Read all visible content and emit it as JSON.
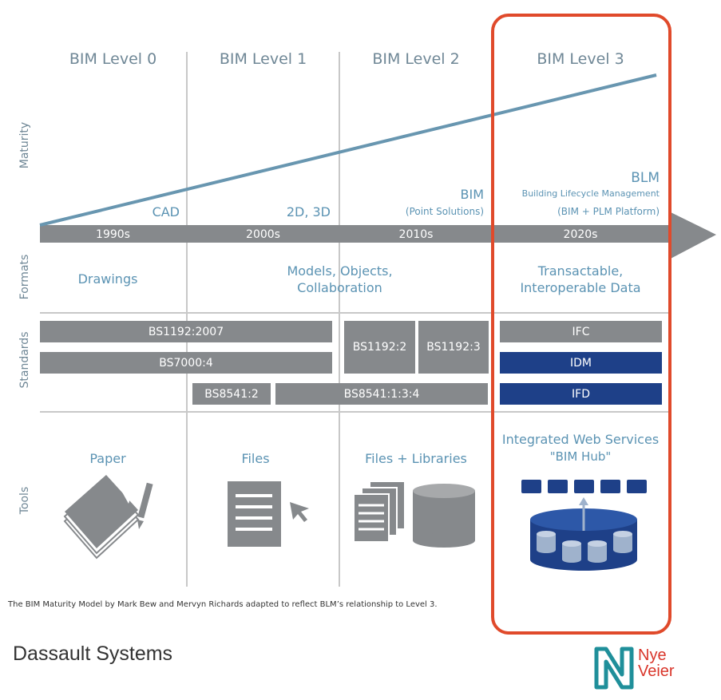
{
  "levels": [
    "BIM Level 0",
    "BIM Level 1",
    "BIM Level 2",
    "BIM Level 3"
  ],
  "row_labels": {
    "maturity": "Maturity",
    "formats": "Formats",
    "standards": "Standards",
    "tools": "Tools"
  },
  "maturity": {
    "cad": "CAD",
    "d2d3": "2D, 3D",
    "bim": "BIM",
    "bim_sub": "(Point Solutions)",
    "blm": "BLM",
    "blm_sub1": "Building Lifecycle Management",
    "blm_sub2": "(BIM + PLM Platform)"
  },
  "eras": [
    "1990s",
    "2000s",
    "2010s",
    "2020s"
  ],
  "formats": {
    "drawings": "Drawings",
    "models_1": "Models, Objects,",
    "models_2": "Collaboration",
    "trans_1": "Transactable,",
    "trans_2": "Interoperable Data"
  },
  "standards": {
    "bs1192_2007": "BS1192:2007",
    "bs7000_4": "BS7000:4",
    "bs1192_2": "BS1192:2",
    "bs1192_3": "BS1192:3",
    "bs8541_2": "BS8541:2",
    "bs8541_134": "BS8541:1:3:4",
    "ifc": "IFC",
    "idm": "IDM",
    "ifd": "IFD"
  },
  "tools": {
    "paper": "Paper",
    "files": "Files",
    "files_libraries": "Files + Libraries",
    "web_services": "Integrated Web Services",
    "bim_hub": "\"BIM Hub\""
  },
  "caption": "The BIM Maturity Model by Mark Bew and Mervyn Richards adapted to reflect BLM’s relationship to Level 3.",
  "source": "Dassault Systems",
  "logo": {
    "line1": "Nye",
    "line2": "Veier"
  },
  "colors": {
    "accent_blue": "#5b93b3",
    "bar_gray": "#86898c",
    "navy": "#1e4088",
    "highlight_red": "#e04a2b",
    "logo_teal": "#1f8f9a",
    "logo_red": "#d9362b"
  }
}
